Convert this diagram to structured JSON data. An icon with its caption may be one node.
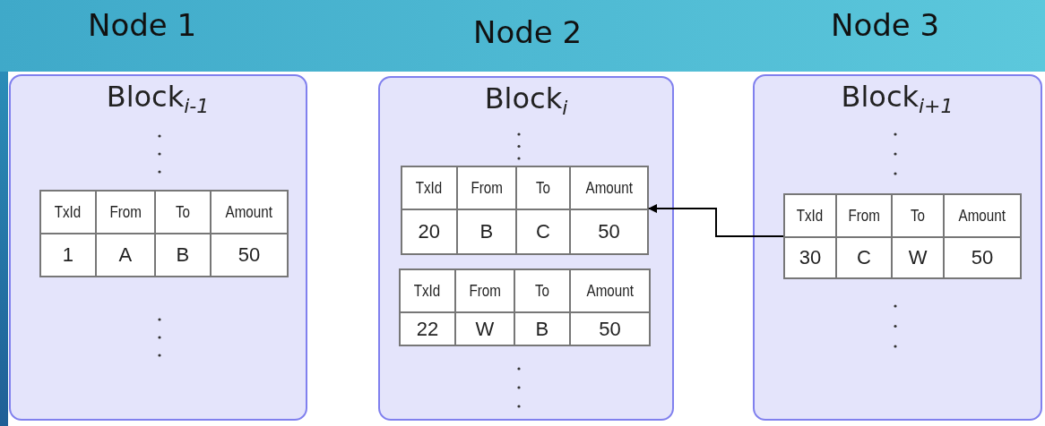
{
  "diagram": {
    "nodes": [
      {
        "text": [
          "Node 1",
          "Block$_{i-1}$"
        ]
      },
      {
        "text": [
          "TxId",
          "From",
          "To",
          "Amount",
          "1",
          "A",
          "B",
          "50"
        ],
        "in": 0
      },
      {
        "text": [
          "Node 2",
          "Block$_{i}$"
        ]
      },
      {
        "text": [
          "TxId",
          "From",
          "To",
          "Amount",
          "20",
          "B",
          "C",
          "50"
        ],
        "in": 2
      },
      {
        "text": [
          "TxId",
          "From",
          "To",
          "Amount",
          "22",
          "W",
          "B",
          "50"
        ],
        "in": 2
      },
      {
        "text": [
          "Node 3",
          "Block$_{i+1}$"
        ]
      },
      {
        "text": [
          "TxId",
          "From",
          "To",
          "Amount",
          "30",
          "C",
          "W",
          "50"
        ],
        "in": 5
      }
    ],
    "edges": [
      {
        "from": 6,
        "to": 3,
        "arrow": "to"
      }
    ]
  }
}
